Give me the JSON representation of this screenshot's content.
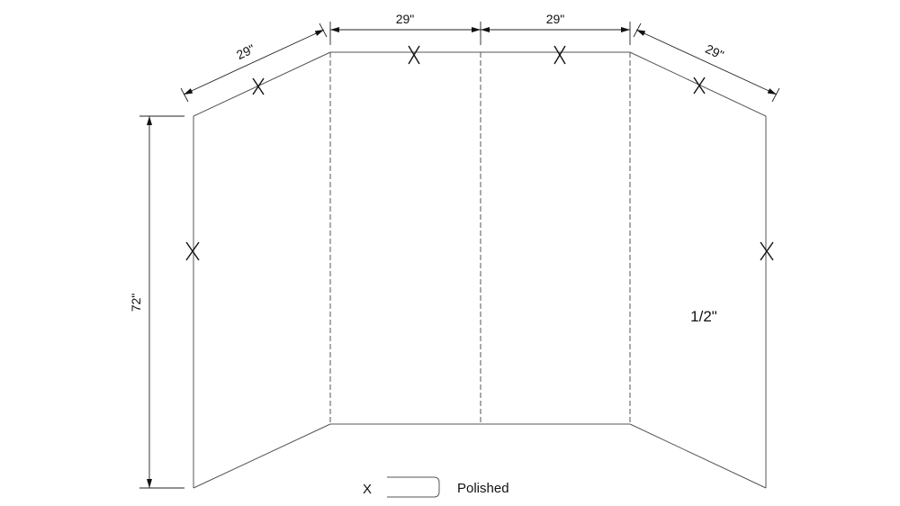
{
  "dimensions": {
    "left_panel_width": "29\"",
    "center_left_width": "29\"",
    "center_right_width": "29\"",
    "right_panel_width": "29\"",
    "height": "72\""
  },
  "thickness": "1/2\"",
  "legend": {
    "symbol": "X",
    "label": "Polished"
  }
}
